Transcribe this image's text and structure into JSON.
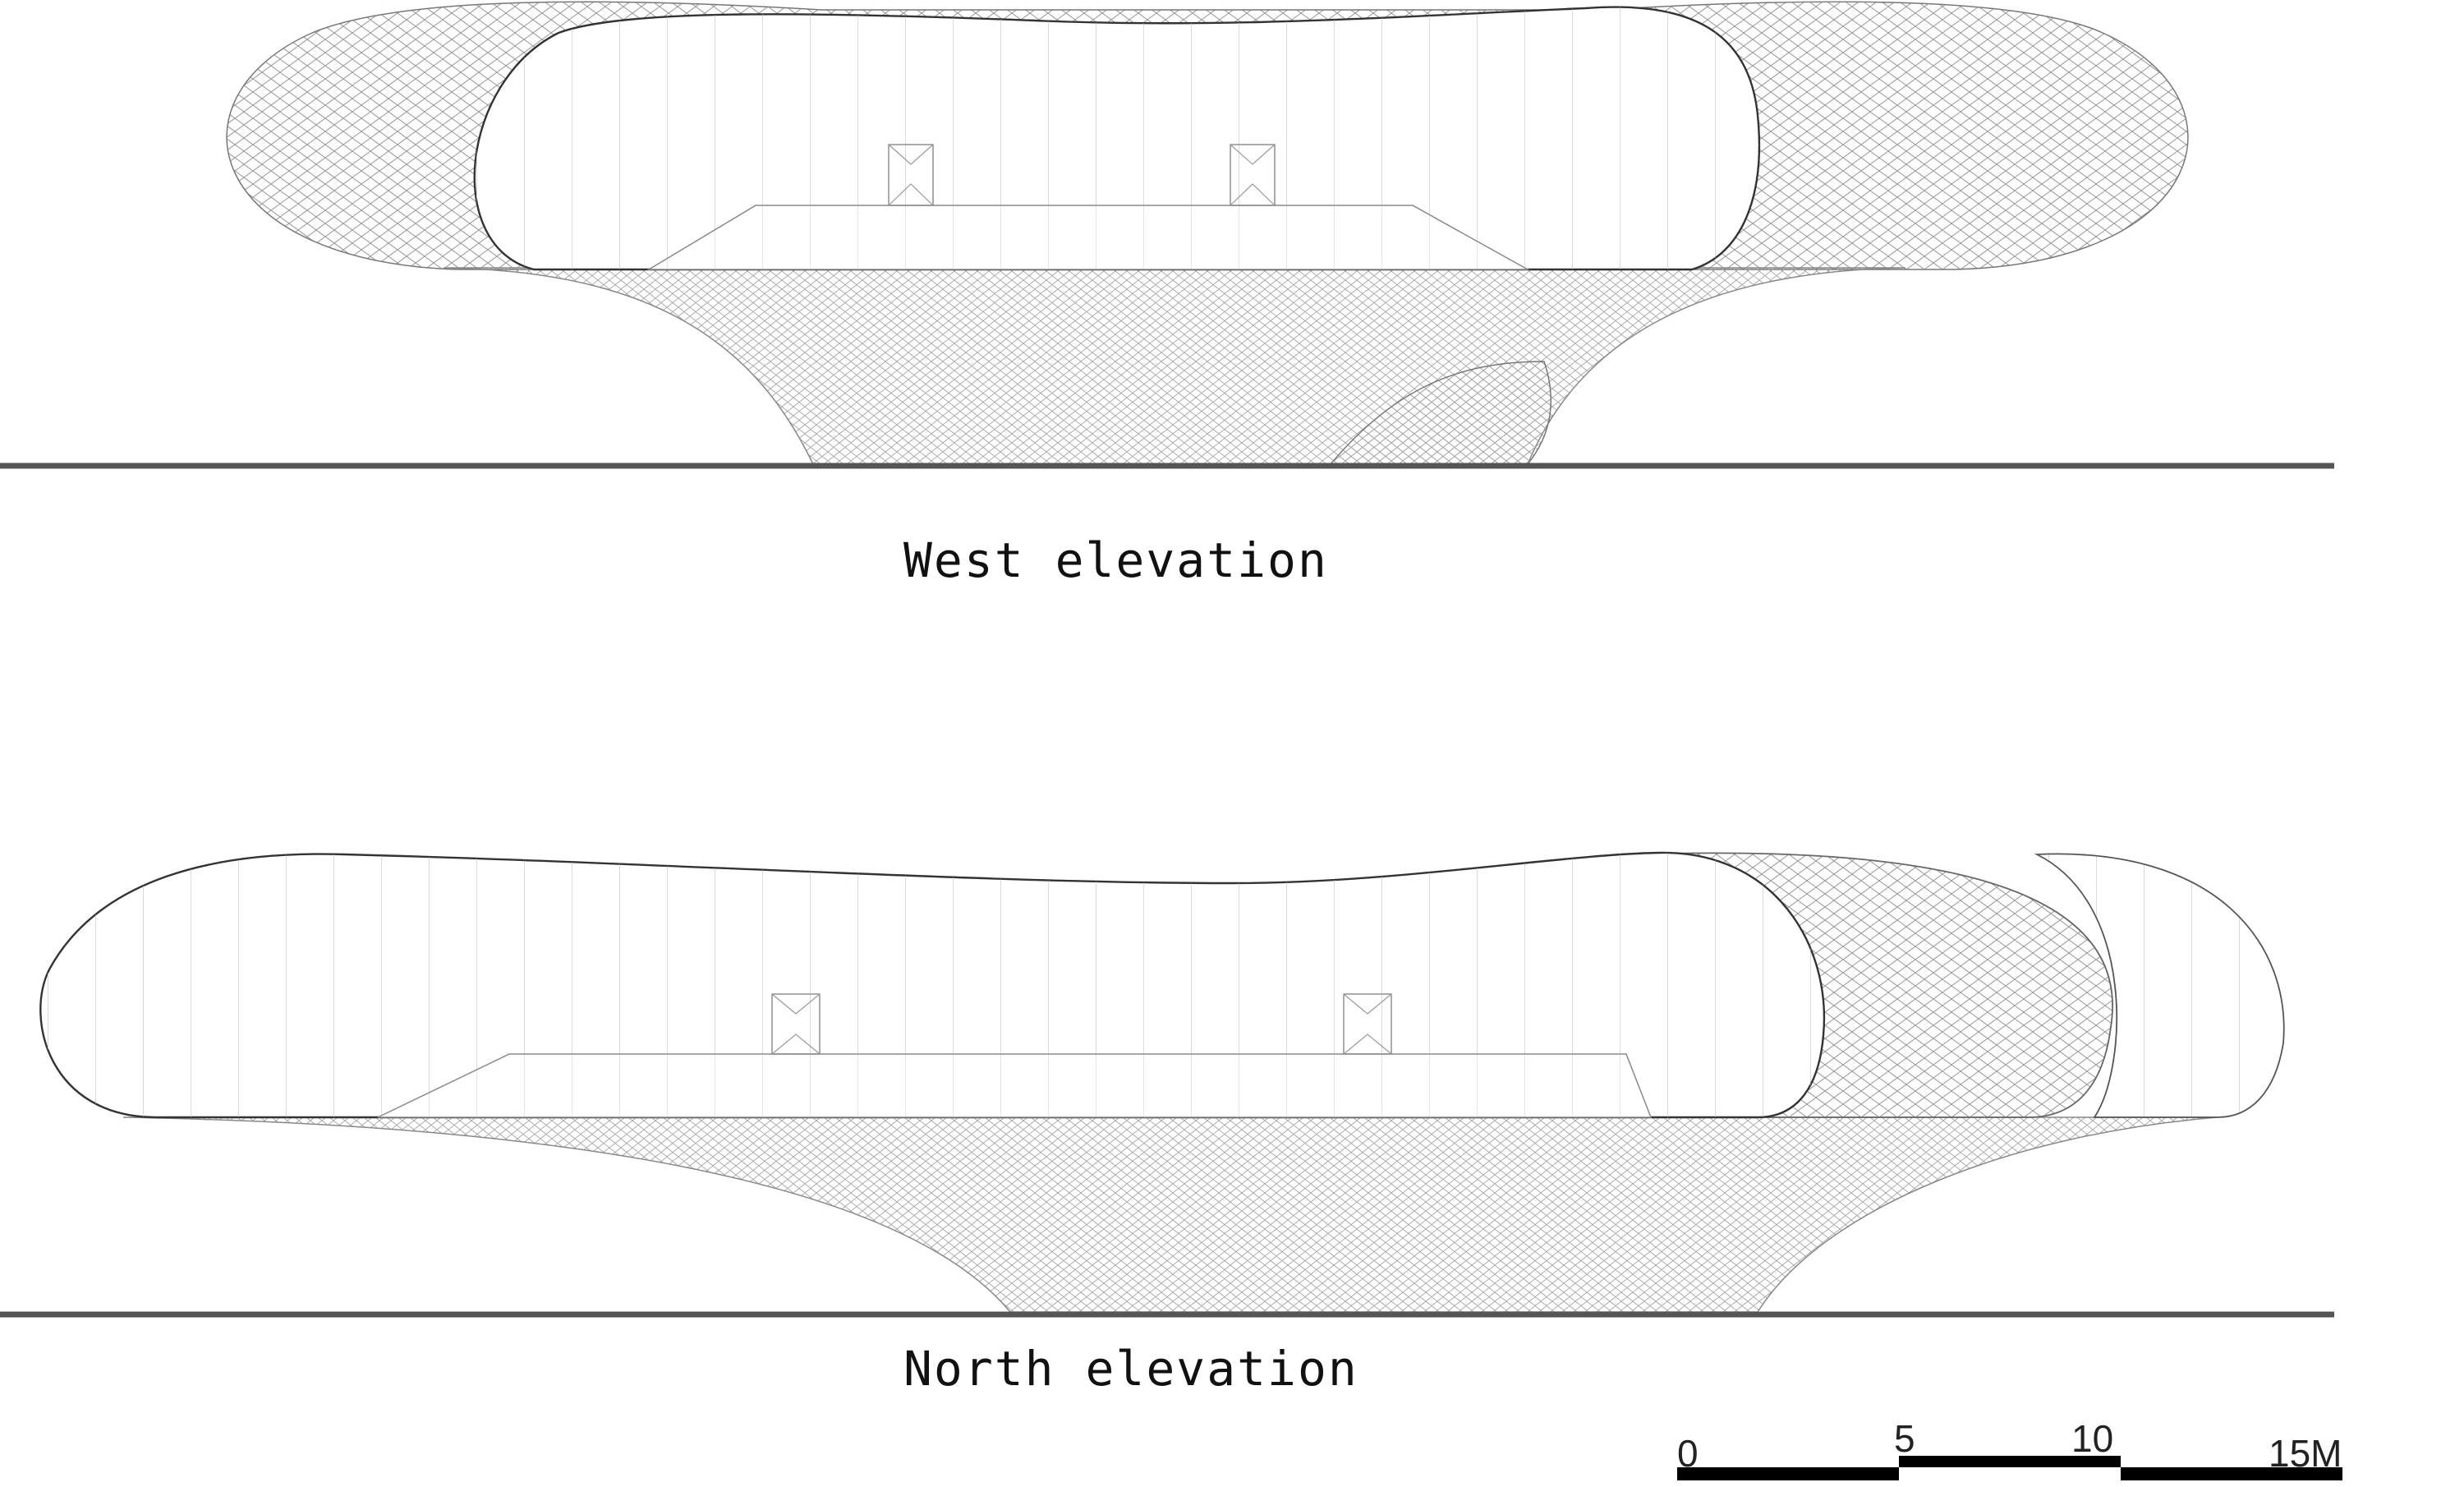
{
  "elevations": [
    {
      "id": "west",
      "caption": "West elevation"
    },
    {
      "id": "north",
      "caption": "North elevation"
    }
  ],
  "scale_bar": {
    "labels": [
      "0",
      "5",
      "10",
      "15M"
    ]
  }
}
